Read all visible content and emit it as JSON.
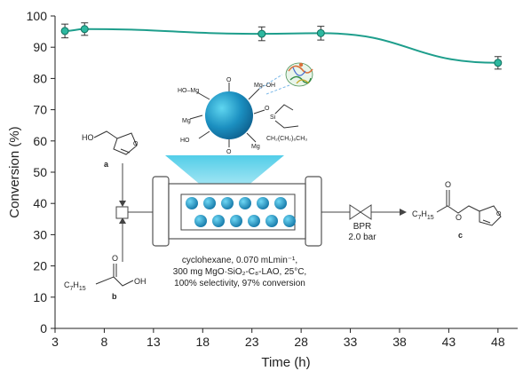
{
  "chart_data": {
    "type": "line",
    "title": "",
    "xlabel": "Time (h)",
    "ylabel": "Conversion (%)",
    "xlim": [
      3,
      50
    ],
    "ylim": [
      0,
      100
    ],
    "x_ticks": [
      3,
      8,
      13,
      18,
      23,
      28,
      33,
      38,
      43,
      48
    ],
    "y_ticks": [
      0,
      10,
      20,
      30,
      40,
      50,
      60,
      70,
      80,
      90,
      100
    ],
    "grid": false,
    "legend": "none",
    "series": [
      {
        "x": [
          4,
          6,
          24,
          30,
          48
        ],
        "y": [
          95.2,
          95.8,
          94.3,
          94.5,
          85.0
        ],
        "error": [
          2.2,
          2.0,
          2.2,
          2.2,
          2.0
        ],
        "color": "#1e9e8c",
        "marker_color": "#2db8a0"
      }
    ]
  },
  "scheme": {
    "reagent_a_label": "a",
    "reagent_b_label": "b",
    "product_label": "c",
    "ho_label": "HO",
    "oh_label": "OH",
    "c7h15_main": "C",
    "c7h15_sub": "7",
    "c7h15_h": "H",
    "c7h15_sub2": "15",
    "bpr_label": "BPR",
    "bpr_pressure": "2.0 bar",
    "bead_groups": {
      "mg_top": "Mg",
      "mg_oh": "Mg–OH",
      "ho_mg": "HO–Mg",
      "mg_left": "Mg",
      "ho_left": "HO",
      "mg_bottom": "Mg",
      "ho_bottom": "HO",
      "si_label": "Si",
      "chain_label": "CH₂(CH₂)₆CH₃",
      "o_label": "O"
    },
    "conditions_line1": "cyclohexane, 0.070 mLmin⁻¹,",
    "conditions_line2": "300 mg MgO·SiO₂-C₈-LAO, 25°C,",
    "conditions_line3": "100% selectivity, 97% conversion"
  }
}
